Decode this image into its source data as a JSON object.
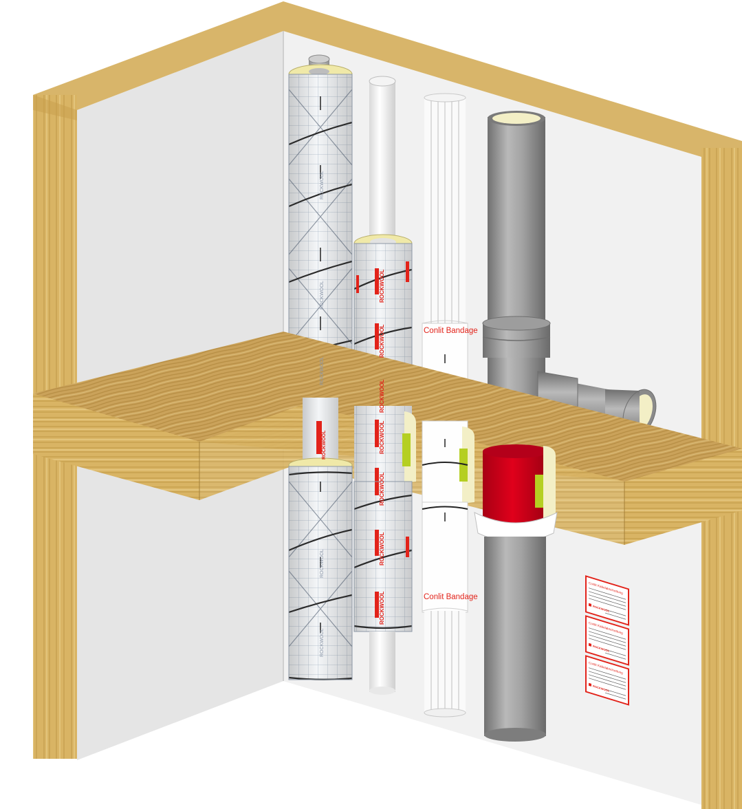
{
  "bandage": {
    "label_top": "Conlit Bandage",
    "label_bottom": "Conlit Bandage"
  },
  "branding": {
    "brand_name": "ROCKWOOL"
  },
  "sign": {
    "title": "Conlit Kabelabschottung",
    "panels": 3
  },
  "colors": {
    "wood": "#d4b063",
    "wall": "#ececec",
    "brand_red": "#e2231a",
    "collar_red": "#d0021b",
    "pipe_grey": "#9a9a9a",
    "liner_cream": "#f3efc6",
    "green_seal": "#b5cf22"
  }
}
